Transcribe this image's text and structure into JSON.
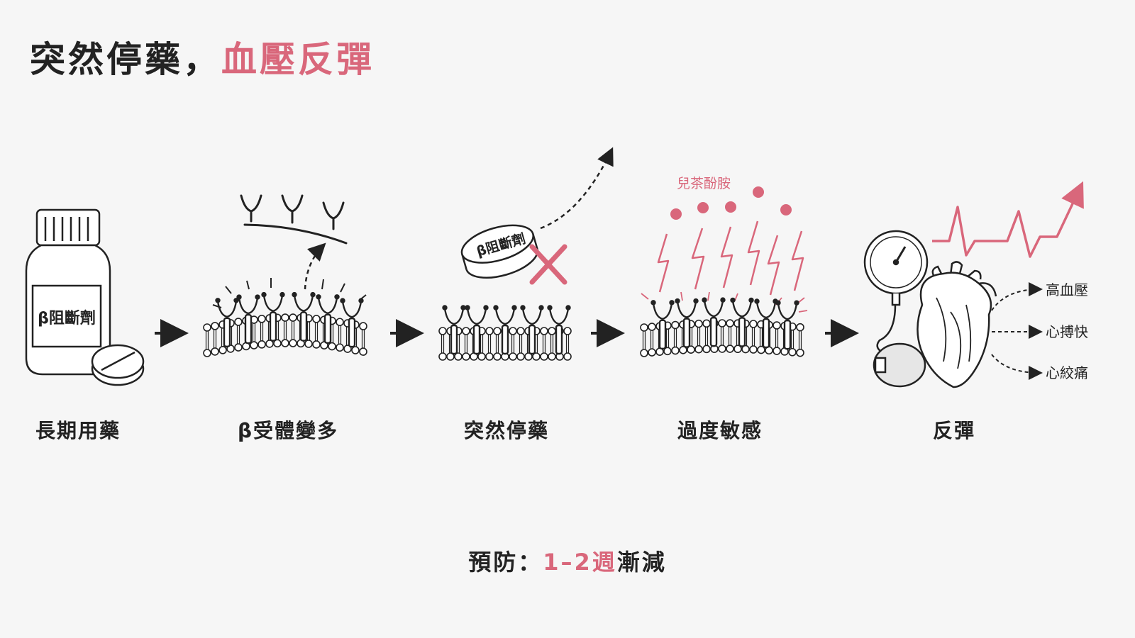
{
  "title": {
    "main": "突然停藥，",
    "accent": "血壓反彈"
  },
  "pill_label": "β阻斷劑",
  "catecholamine_label": "兒茶酚胺",
  "symptoms": [
    "高血壓",
    "心搏快",
    "心絞痛"
  ],
  "steps": [
    "長期用藥",
    "β受體變多",
    "突然停藥",
    "過度敏感",
    "反彈"
  ],
  "footer": {
    "prefix": "預防：",
    "accent": "1–2週",
    "suffix": "漸減"
  },
  "colors": {
    "accent": "#d9677b",
    "ink": "#222222",
    "background": "#f6f6f6"
  }
}
